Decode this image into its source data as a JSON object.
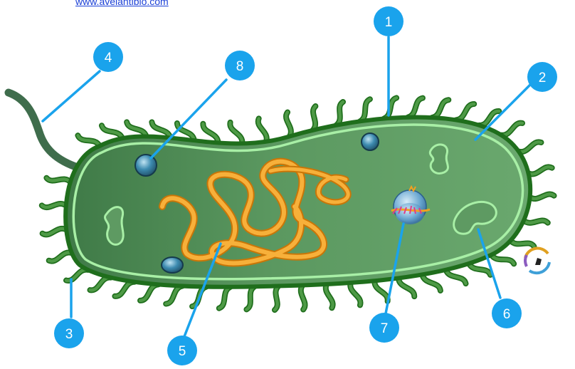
{
  "source_link": {
    "text": "www.avelantibio.com"
  },
  "diagram": {
    "colors": {
      "callout": "#1aa3ec",
      "body": "#5e9a62",
      "body_dark": "#3f7a47",
      "membrane": "#a8efa6",
      "outline": "#1f6e1c",
      "pili": "#4e9a46",
      "flagellum": "#3f6d4c",
      "dna": "#f2a020",
      "ribosome": "#2f6e8a"
    },
    "callouts": [
      {
        "num": "1",
        "icon": "cell-wall"
      },
      {
        "num": "2",
        "icon": "plasma-membrane"
      },
      {
        "num": "3",
        "icon": "pili"
      },
      {
        "num": "4",
        "icon": "flagellum"
      },
      {
        "num": "5",
        "icon": "nucleoid-dna"
      },
      {
        "num": "6",
        "icon": "plasmid"
      },
      {
        "num": "7",
        "icon": "ribosome-complex"
      },
      {
        "num": "8",
        "icon": "ribosome"
      }
    ]
  }
}
